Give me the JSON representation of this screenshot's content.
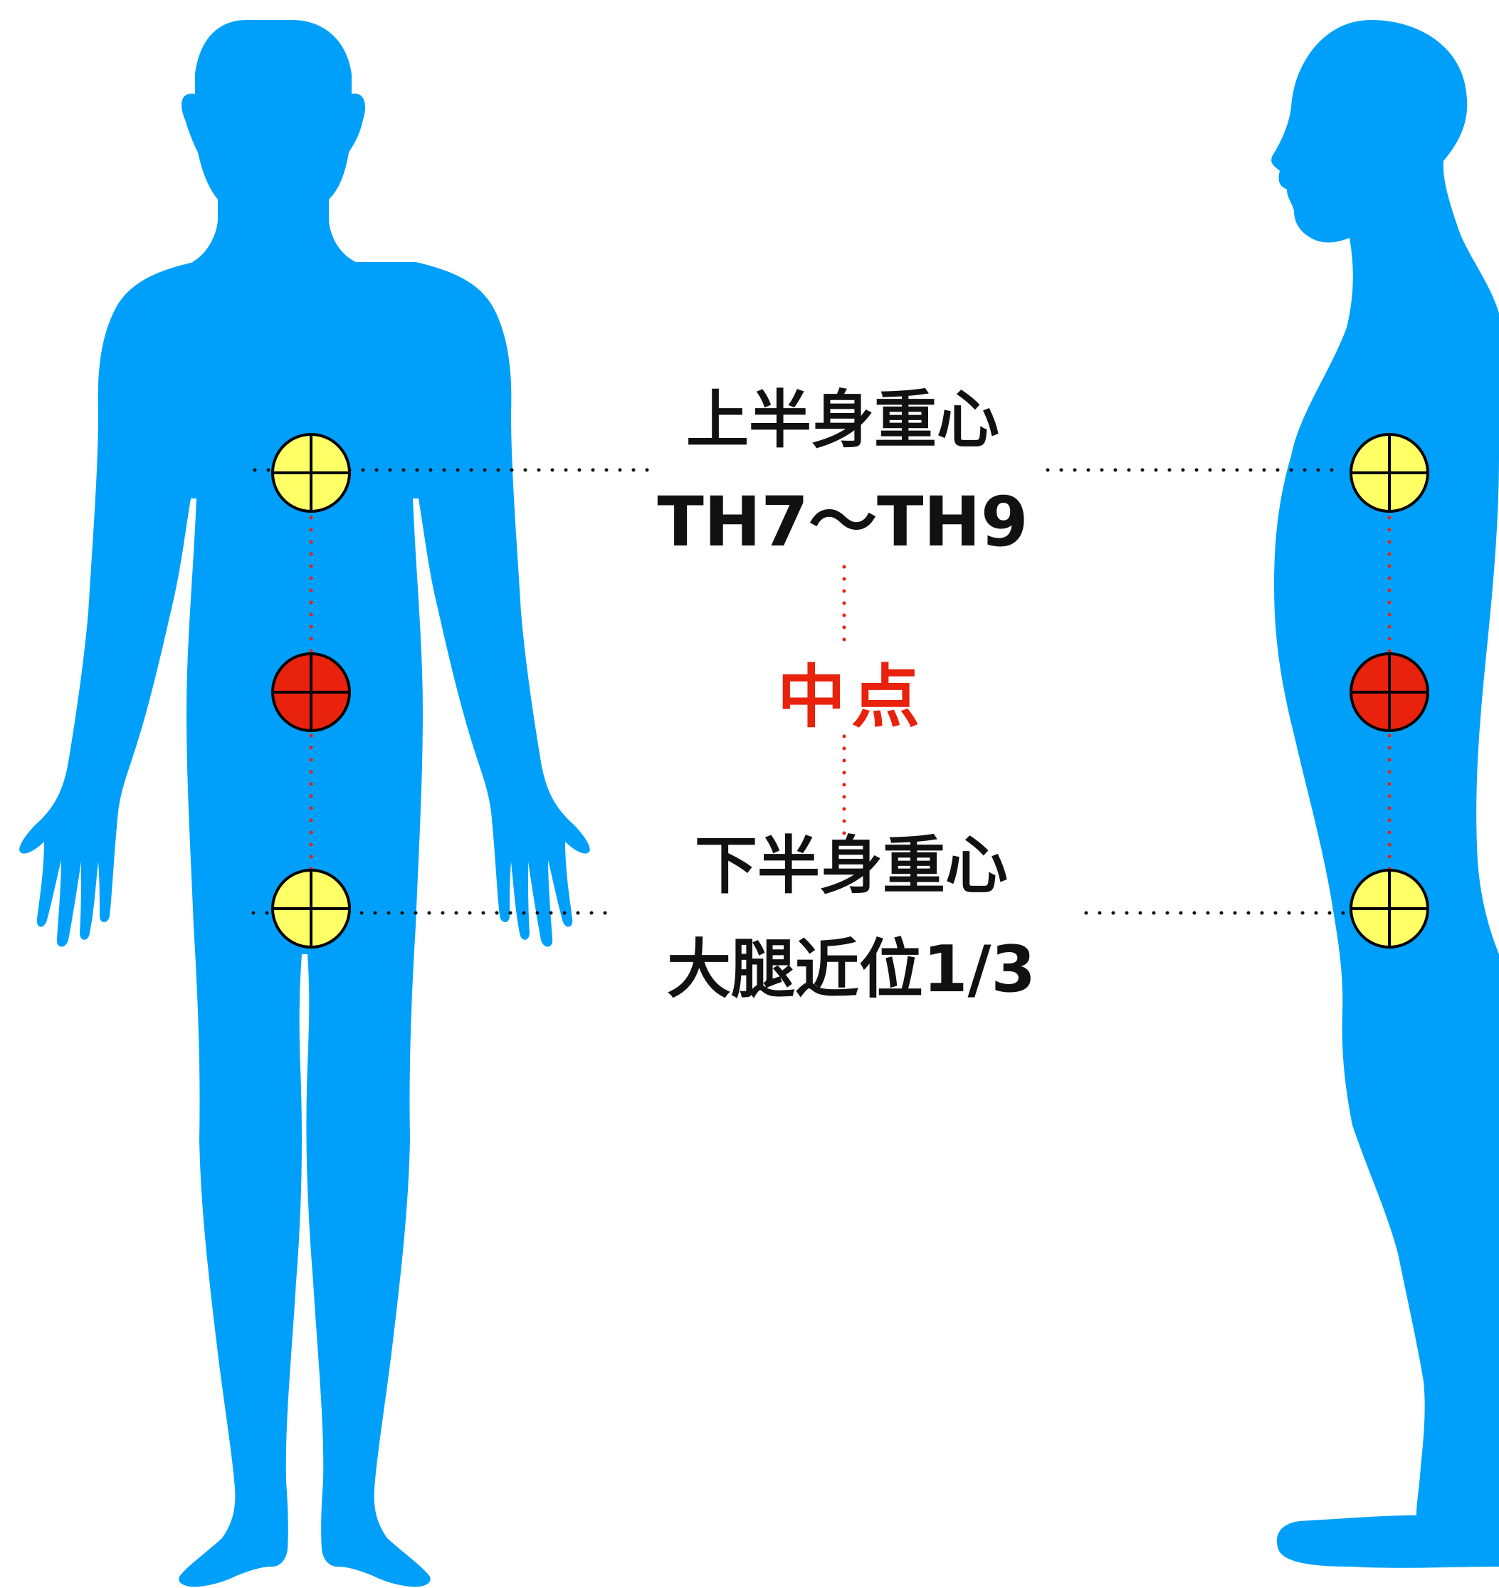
{
  "labels": {
    "upper_title": "上半身重心",
    "upper_sub": "TH7〜TH9",
    "midpoint": "中点",
    "lower_title": "下半身重心",
    "lower_sub": "大腿近位1/3"
  },
  "colors": {
    "body": "#00a0fa",
    "upper_marker": "#ffff66",
    "mid_marker": "#e8220d",
    "lower_marker": "#ffff66",
    "guide_line": "#111111",
    "mid_line": "#e8220d",
    "label_text": "#111111",
    "midpoint_text": "#e8220d"
  },
  "icons": {
    "front_figure": "human-front-silhouette",
    "side_figure": "human-side-silhouette",
    "marker": "center-of-gravity-crosshair-icon"
  }
}
